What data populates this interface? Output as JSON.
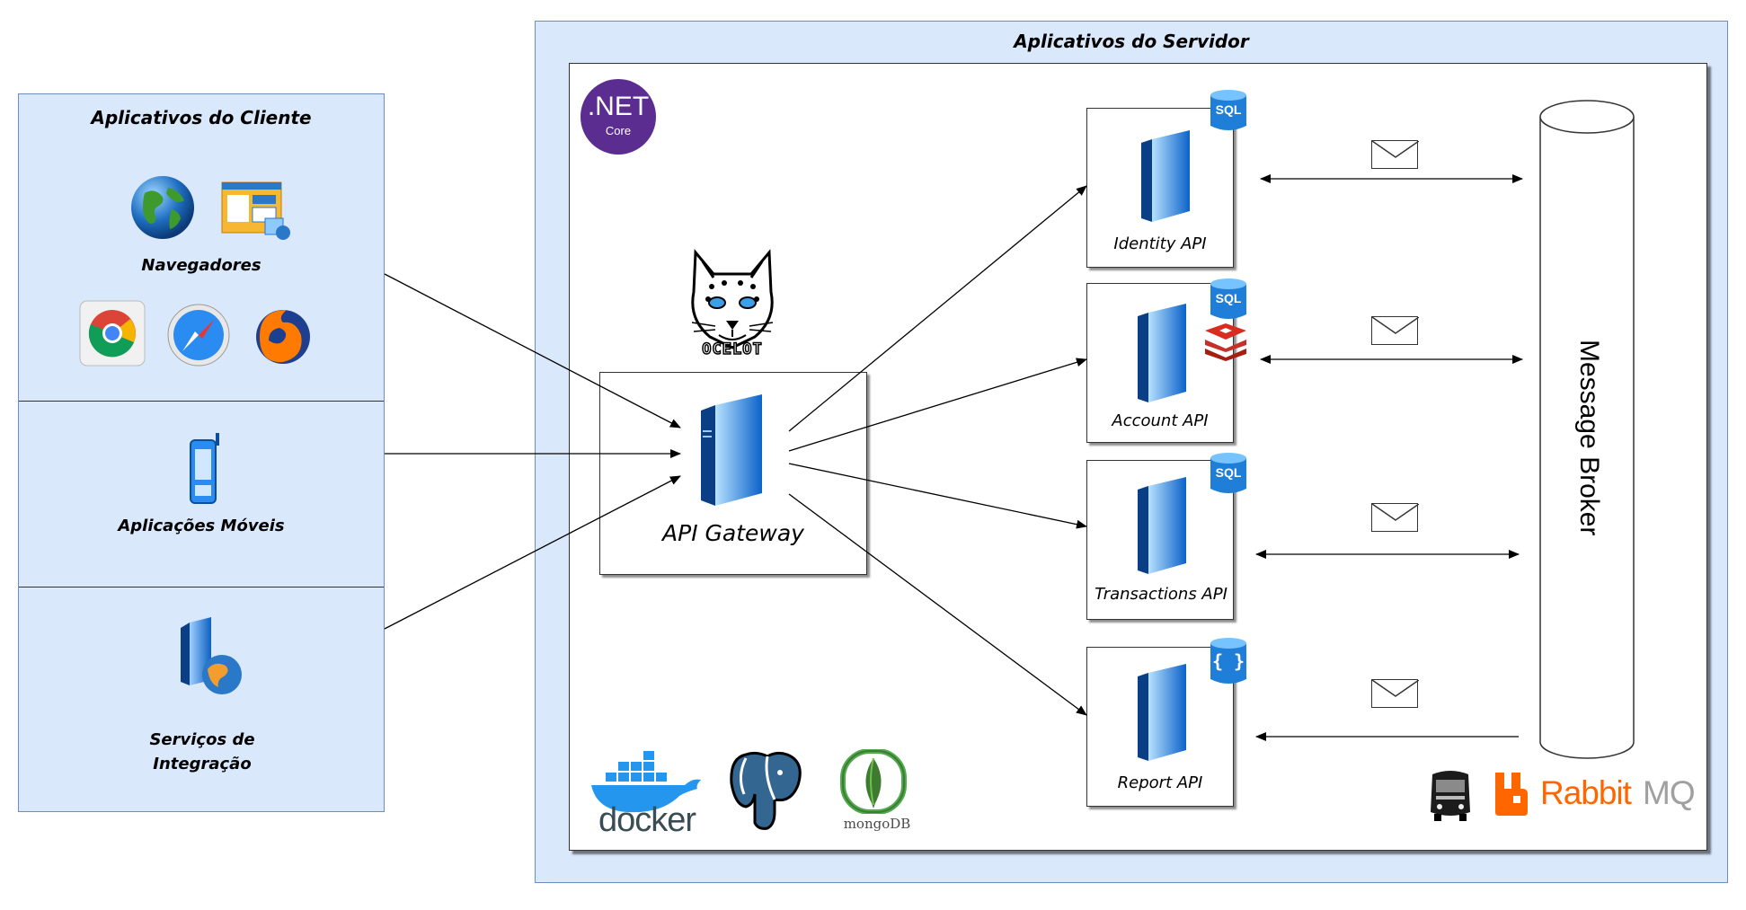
{
  "client": {
    "title": "Aplicativos do Cliente",
    "sections": [
      {
        "label": "Navegadores"
      },
      {
        "label": "Aplicações Móveis"
      },
      {
        "label": "Serviços de Integração"
      }
    ]
  },
  "server": {
    "title": "Aplicativos do Servidor",
    "gateway_label": "API Gateway",
    "services": [
      {
        "label": "Identity API",
        "db_badge": "SQL"
      },
      {
        "label": "Account API",
        "db_badge": "SQL"
      },
      {
        "label": "Transactions API",
        "db_badge": "SQL"
      },
      {
        "label": "Report API",
        "db_badge": "{ }"
      }
    ],
    "broker_label": "Message Broker"
  },
  "logos": {
    "dotnet_main": ".NET",
    "dotnet_sub": "Core",
    "ocelot": "OCELOT",
    "docker": "docker",
    "mongodb": "mongoDB",
    "rabbitmq_a": "Rabbit",
    "rabbitmq_b": "MQ"
  },
  "colors": {
    "panel_fill": "#dae8fc",
    "panel_border": "#6c8ebf",
    "server_blue": "#1e88e5",
    "dotnet_purple": "#5c2d91",
    "docker_blue": "#2496ed",
    "rabbit_orange": "#ff6600",
    "mongo_green": "#4fa94d"
  }
}
